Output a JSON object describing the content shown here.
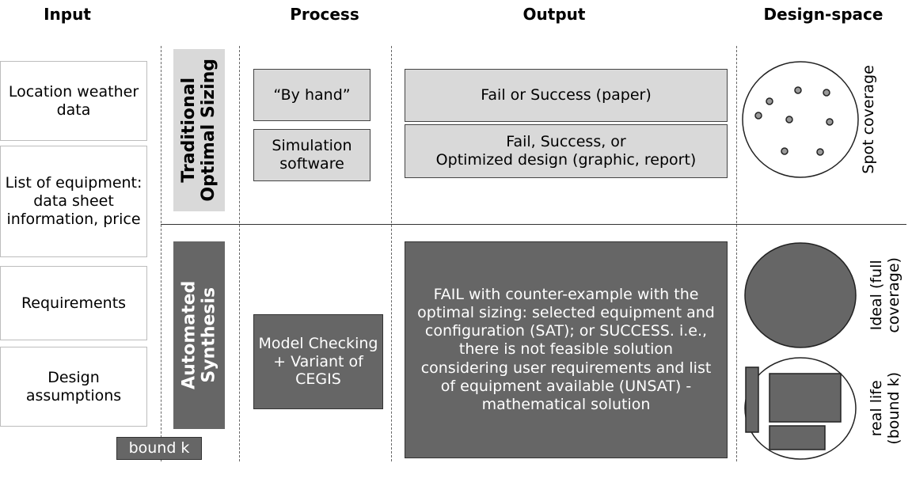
{
  "headers": {
    "input": "Input",
    "process": "Process",
    "output": "Output",
    "design_space": "Design-space"
  },
  "inputs": {
    "location": "Location weather data",
    "equipment": "List of equipment: data sheet information, price",
    "requirements": "Requirements",
    "assumptions": "Design assumptions"
  },
  "traditional": {
    "label_line1": "Traditional",
    "label_line2": "Optimal Sizing",
    "process_by_hand": "“By hand”",
    "process_simulation": "Simulation software",
    "output_paper": "Fail or Success (paper)",
    "output_sim_line1": "Fail, Success, or",
    "output_sim_line2": "Optimized design (graphic, report)",
    "space_label": "Spot coverage"
  },
  "automated": {
    "label_line1": "Automated",
    "label_line2": "Synthesis",
    "process": "Model Checking + Variant of CEGIS",
    "output": "FAIL with counter-example with the optimal sizing: selected equipment and configuration (SAT); or SUCCESS. i.e., there is not feasible solution considering user requirements and list of equipment available (UNSAT) - mathematical solution",
    "ideal_line1": "Ideal (full",
    "ideal_line2": "coverage)",
    "real_line1": "real life",
    "real_line2": "(bound k)"
  },
  "bound_k": "bound k",
  "colors": {
    "light_fill": "#d9d9d9",
    "dark_fill": "#666666",
    "dot_fill": "#9a9a9a"
  }
}
